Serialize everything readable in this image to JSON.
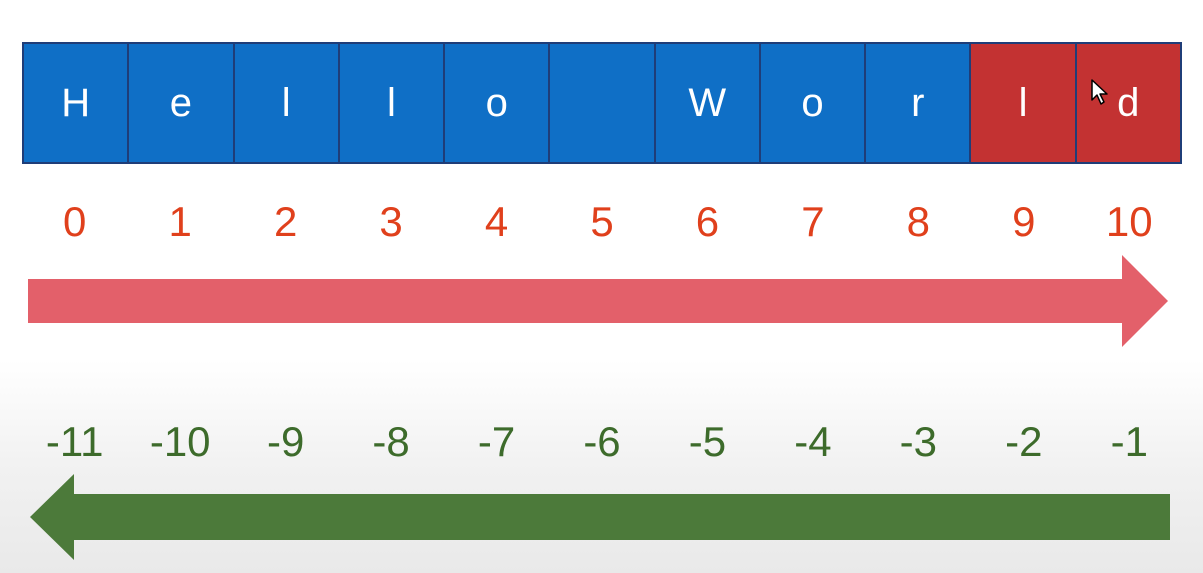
{
  "cells": [
    "H",
    "e",
    "l",
    "l",
    "o",
    "",
    "W",
    "o",
    "r",
    "l",
    "d"
  ],
  "highlighted_cells": [
    9,
    10
  ],
  "positive_indices": [
    "0",
    "1",
    "2",
    "3",
    "4",
    "5",
    "6",
    "7",
    "8",
    "9",
    "10"
  ],
  "negative_indices": [
    "-11",
    "-10",
    "-9",
    "-8",
    "-7",
    "-6",
    "-5",
    "-4",
    "-3",
    "-2",
    "-1"
  ],
  "colors": {
    "cell_blue": "#0f6fc6",
    "cell_red": "#c33232",
    "cell_border": "#1f3d78",
    "positive_index": "#e0401c",
    "negative_index": "#3d6b2b",
    "forward_arrow": "#e3606a",
    "backward_arrow": "#4c7a3a"
  },
  "icons": [
    "cursor-icon"
  ]
}
